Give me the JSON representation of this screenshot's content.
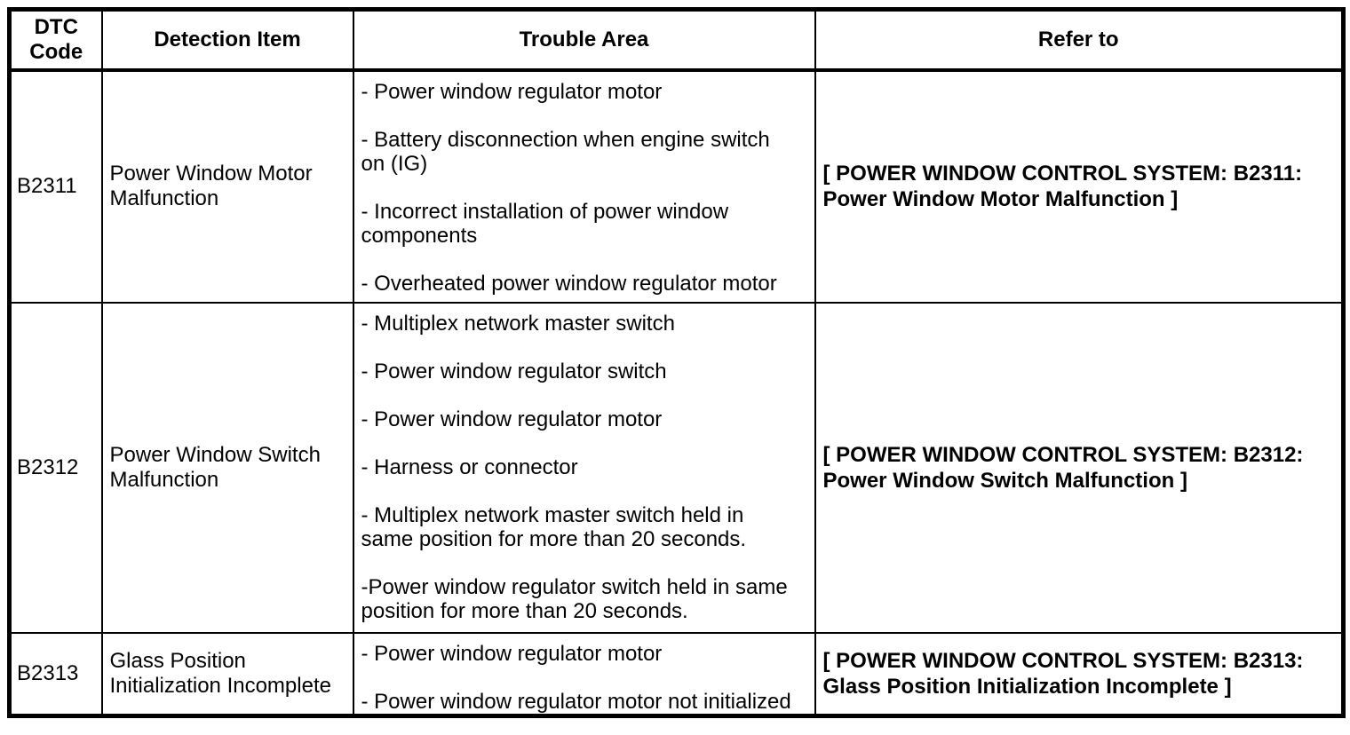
{
  "colors": {
    "text": "#000000",
    "background": "#ffffff",
    "border": "#000000"
  },
  "table": {
    "headers": [
      {
        "id": "dtc_code",
        "label": "DTC Code"
      },
      {
        "id": "detection_item",
        "label": "Detection Item"
      },
      {
        "id": "trouble_area",
        "label": "Trouble Area"
      },
      {
        "id": "refer_to",
        "label": "Refer to"
      }
    ],
    "rows": [
      {
        "dtc_code": "B2311",
        "detection_item": "Power Window Motor Malfunction",
        "trouble_area": [
          "- Power window regulator motor",
          "- Battery disconnection when engine switch on (IG)",
          "- Incorrect installation of power window components",
          "- Overheated power window regulator motor"
        ],
        "refer_to": "[ POWER WINDOW CONTROL SYSTEM: B2311: Power Window Motor Malfunction ]"
      },
      {
        "dtc_code": "B2312",
        "detection_item": "Power Window Switch Malfunction",
        "trouble_area": [
          "- Multiplex network master switch",
          "- Power window regulator switch",
          "- Power window regulator motor",
          "- Harness or connector",
          "- Multiplex network master switch held in same position for more than 20 seconds.",
          "-Power window regulator switch held in same position for more than 20 seconds."
        ],
        "refer_to": "[ POWER WINDOW CONTROL SYSTEM: B2312: Power Window Switch Malfunction ]"
      },
      {
        "dtc_code": "B2313",
        "detection_item": "Glass Position Initialization Incomplete",
        "trouble_area": [
          "- Power window regulator motor",
          "- Power window regulator motor not initialized"
        ],
        "refer_to": "[ POWER WINDOW CONTROL SYSTEM: B2313: Glass Position Initialization Incomplete ]"
      }
    ]
  }
}
